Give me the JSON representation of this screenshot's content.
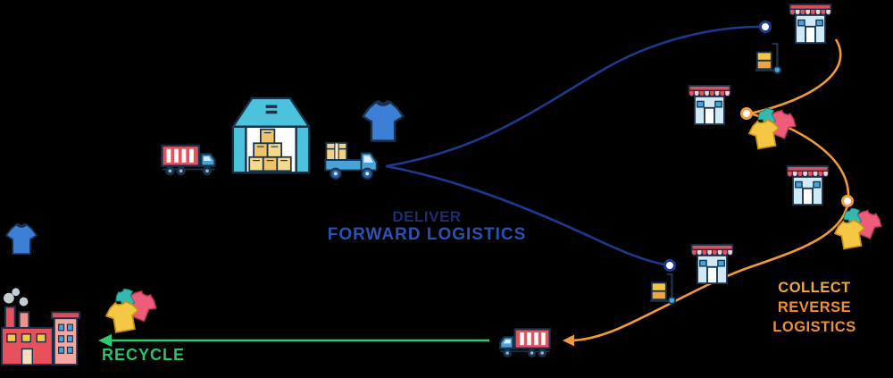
{
  "diagram": {
    "title": "forward-and-reverse-logistics-flow",
    "background": "#000000",
    "labels": {
      "deliver": "DELIVER",
      "forward": "FORWARD LOGISTICS",
      "collect": "COLLECT",
      "reverse": "REVERSE",
      "logistics": "LOGISTICS",
      "recycle": "RECYCLE"
    },
    "colors": {
      "forward_line": "#1e3a8f",
      "deliver_text": "#1f2d6e",
      "forward_text": "#2a52b5",
      "reverse_line": "#f29a3a",
      "collect_text": "#f2a93b",
      "recycle_line": "#2ecc71",
      "recycle_text": "#27c46a",
      "store_awning": "#e8525e",
      "warehouse": "#4cc3dc",
      "factory": "#e8505b"
    },
    "icons": [
      {
        "name": "warehouse-icon"
      },
      {
        "name": "cargo-truck-icon"
      },
      {
        "name": "delivery-truck-icon"
      },
      {
        "name": "tshirt-icon"
      },
      {
        "name": "store-icon"
      },
      {
        "name": "hand-truck-icon"
      },
      {
        "name": "clothes-pile-icon"
      },
      {
        "name": "recycle-truck-icon"
      },
      {
        "name": "factory-icon"
      }
    ],
    "nodes": {
      "forward_endpoints": 2,
      "reverse_waypoints": 2,
      "stores": 4
    }
  }
}
